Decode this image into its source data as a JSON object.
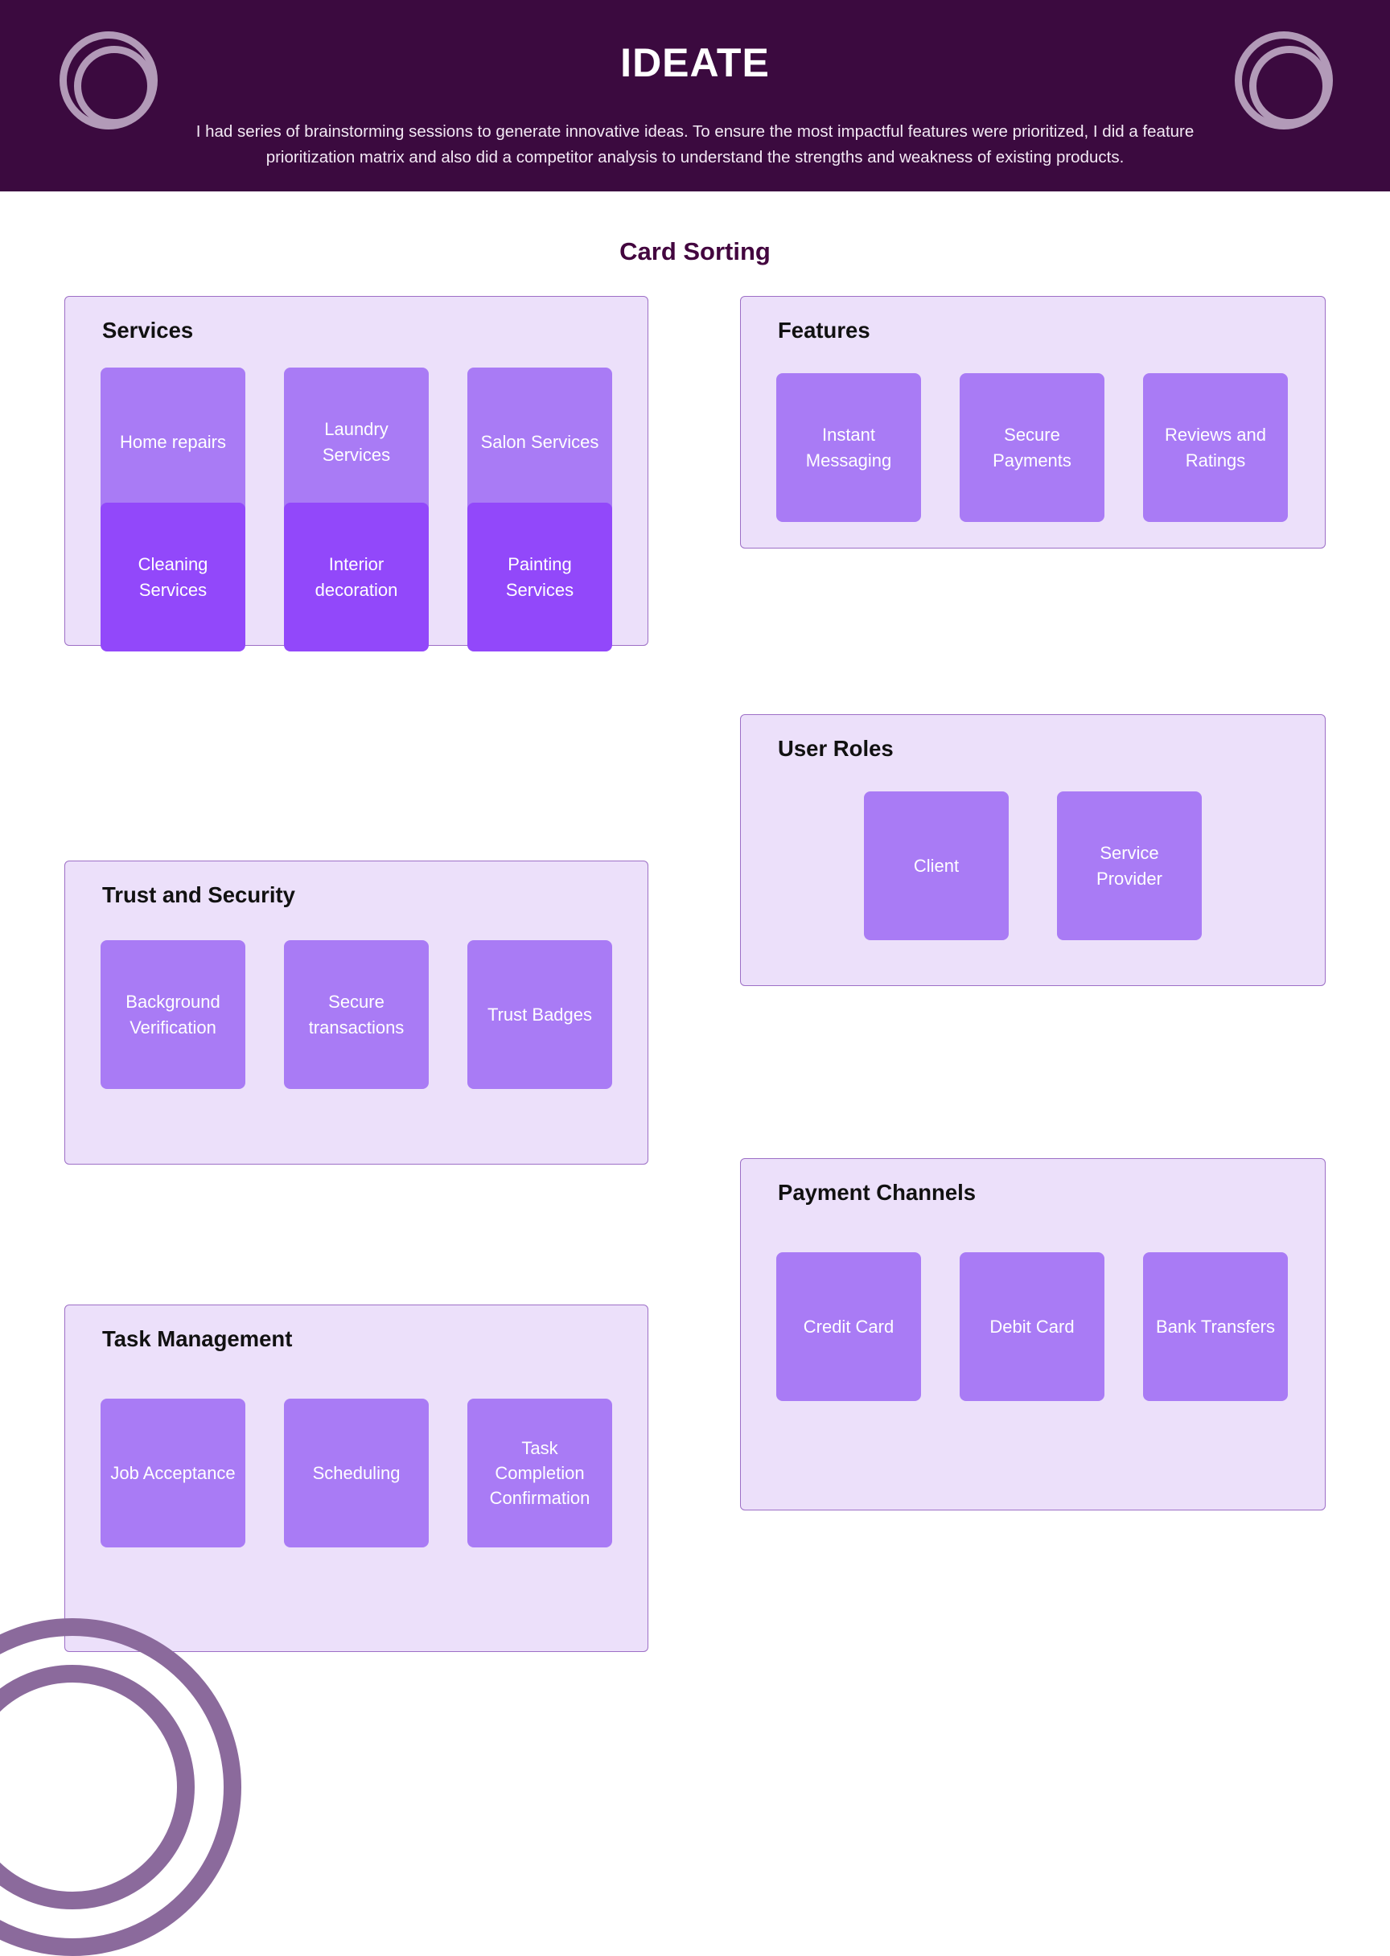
{
  "header": {
    "title": "IDEATE",
    "description": "I had series of brainstorming sessions to generate innovative ideas. To ensure the most impactful features were prioritized, I did a feature prioritization matrix and also did a competitor analysis to understand the strengths and weakness of existing products.",
    "logo_left": "concentric-rings-logo",
    "logo_right": "concentric-rings-logo",
    "background_color": "#3b0a3f",
    "title_color": "#ffffff"
  },
  "section": {
    "title": "Card Sorting",
    "title_color": "#43063f"
  },
  "colors": {
    "panel_background": "#ece0fa",
    "panel_border": "#9d6fc6",
    "card_light": "#a97bf5",
    "card_deep": "#9248fa",
    "card_text": "#ffffff",
    "decor_arc": "#8b6a9c",
    "page_background": "#ffffff"
  },
  "panels": {
    "services": {
      "title": "Services",
      "row1": [
        {
          "label": "Home repairs",
          "shade": "light"
        },
        {
          "label": "Laundry Services",
          "shade": "light"
        },
        {
          "label": "Salon Services",
          "shade": "light"
        }
      ],
      "row2": [
        {
          "label": "Cleaning Services",
          "shade": "deep"
        },
        {
          "label": "Interior decoration",
          "shade": "deep"
        },
        {
          "label": "Painting Services",
          "shade": "deep"
        }
      ]
    },
    "trust_and_security": {
      "title": "Trust and Security",
      "cards": [
        {
          "label": "Background Verification",
          "shade": "light"
        },
        {
          "label": "Secure transactions",
          "shade": "light"
        },
        {
          "label": "Trust Badges",
          "shade": "light"
        }
      ]
    },
    "task_management": {
      "title": "Task Management",
      "cards": [
        {
          "label": "Job Acceptance",
          "shade": "light"
        },
        {
          "label": "Scheduling",
          "shade": "light"
        },
        {
          "label": "Task Completion Confirmation",
          "shade": "light"
        }
      ]
    },
    "features": {
      "title": "Features",
      "cards": [
        {
          "label": "Instant Messaging",
          "shade": "light"
        },
        {
          "label": "Secure Payments",
          "shade": "light"
        },
        {
          "label": "Reviews and Ratings",
          "shade": "light"
        }
      ]
    },
    "user_roles": {
      "title": "User Roles",
      "cards": [
        {
          "label": "Client",
          "shade": "light"
        },
        {
          "label": "Service Provider",
          "shade": "light"
        }
      ]
    },
    "payment_channels": {
      "title": "Payment Channels",
      "cards": [
        {
          "label": "Credit Card",
          "shade": "light"
        },
        {
          "label": "Debit Card",
          "shade": "light"
        },
        {
          "label": "Bank Transfers",
          "shade": "light"
        }
      ]
    }
  }
}
